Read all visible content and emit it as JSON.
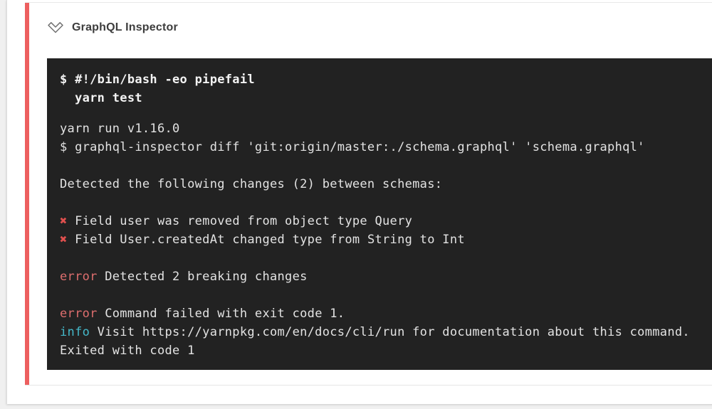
{
  "page": {
    "background_color": "#f0f0f0",
    "card_color": "#ffffff"
  },
  "step": {
    "title": "GraphQL Inspector",
    "status": "failed",
    "accent_color": "#ed5f5f",
    "icon": "double-chevron-down-icon"
  },
  "terminal": {
    "colors": {
      "bg": "#222222",
      "text": "#e3e3e3",
      "bold": "#f3f3f3",
      "cross": "#e0504e",
      "error": "#de6e6e",
      "info": "#45b8c9"
    },
    "lines": [
      {
        "kind": "command",
        "segments": [
          {
            "style": "bold",
            "text": "$ #!/bin/bash -eo pipefail"
          }
        ]
      },
      {
        "kind": "command",
        "segments": [
          {
            "style": "bold",
            "text": "  yarn test"
          }
        ]
      },
      {
        "kind": "spacer"
      },
      {
        "kind": "output",
        "segments": [
          {
            "style": "plain",
            "text": "yarn run v1.16.0"
          }
        ]
      },
      {
        "kind": "output",
        "segments": [
          {
            "style": "plain",
            "text": "$ graphql-inspector diff 'git:origin/master:./schema.graphql' 'schema.graphql'"
          }
        ]
      },
      {
        "kind": "blank"
      },
      {
        "kind": "output",
        "segments": [
          {
            "style": "plain",
            "text": "Detected the following changes (2) between schemas:"
          }
        ]
      },
      {
        "kind": "blank"
      },
      {
        "kind": "output",
        "segments": [
          {
            "style": "cross",
            "text": "✖"
          },
          {
            "style": "plain",
            "text": " Field user was removed from object type Query"
          }
        ]
      },
      {
        "kind": "output",
        "segments": [
          {
            "style": "cross",
            "text": "✖"
          },
          {
            "style": "plain",
            "text": " Field User.createdAt changed type from String to Int"
          }
        ]
      },
      {
        "kind": "blank"
      },
      {
        "kind": "output",
        "segments": [
          {
            "style": "error",
            "text": "error"
          },
          {
            "style": "plain",
            "text": " Detected 2 breaking changes"
          }
        ]
      },
      {
        "kind": "blank"
      },
      {
        "kind": "output",
        "segments": [
          {
            "style": "error",
            "text": "error"
          },
          {
            "style": "plain",
            "text": " Command failed with exit code 1."
          }
        ]
      },
      {
        "kind": "output",
        "segments": [
          {
            "style": "info",
            "text": "info"
          },
          {
            "style": "plain",
            "text": " Visit https://yarnpkg.com/en/docs/cli/run for documentation about this command."
          }
        ]
      },
      {
        "kind": "output",
        "segments": [
          {
            "style": "plain",
            "text": "Exited with code 1"
          }
        ]
      }
    ]
  }
}
